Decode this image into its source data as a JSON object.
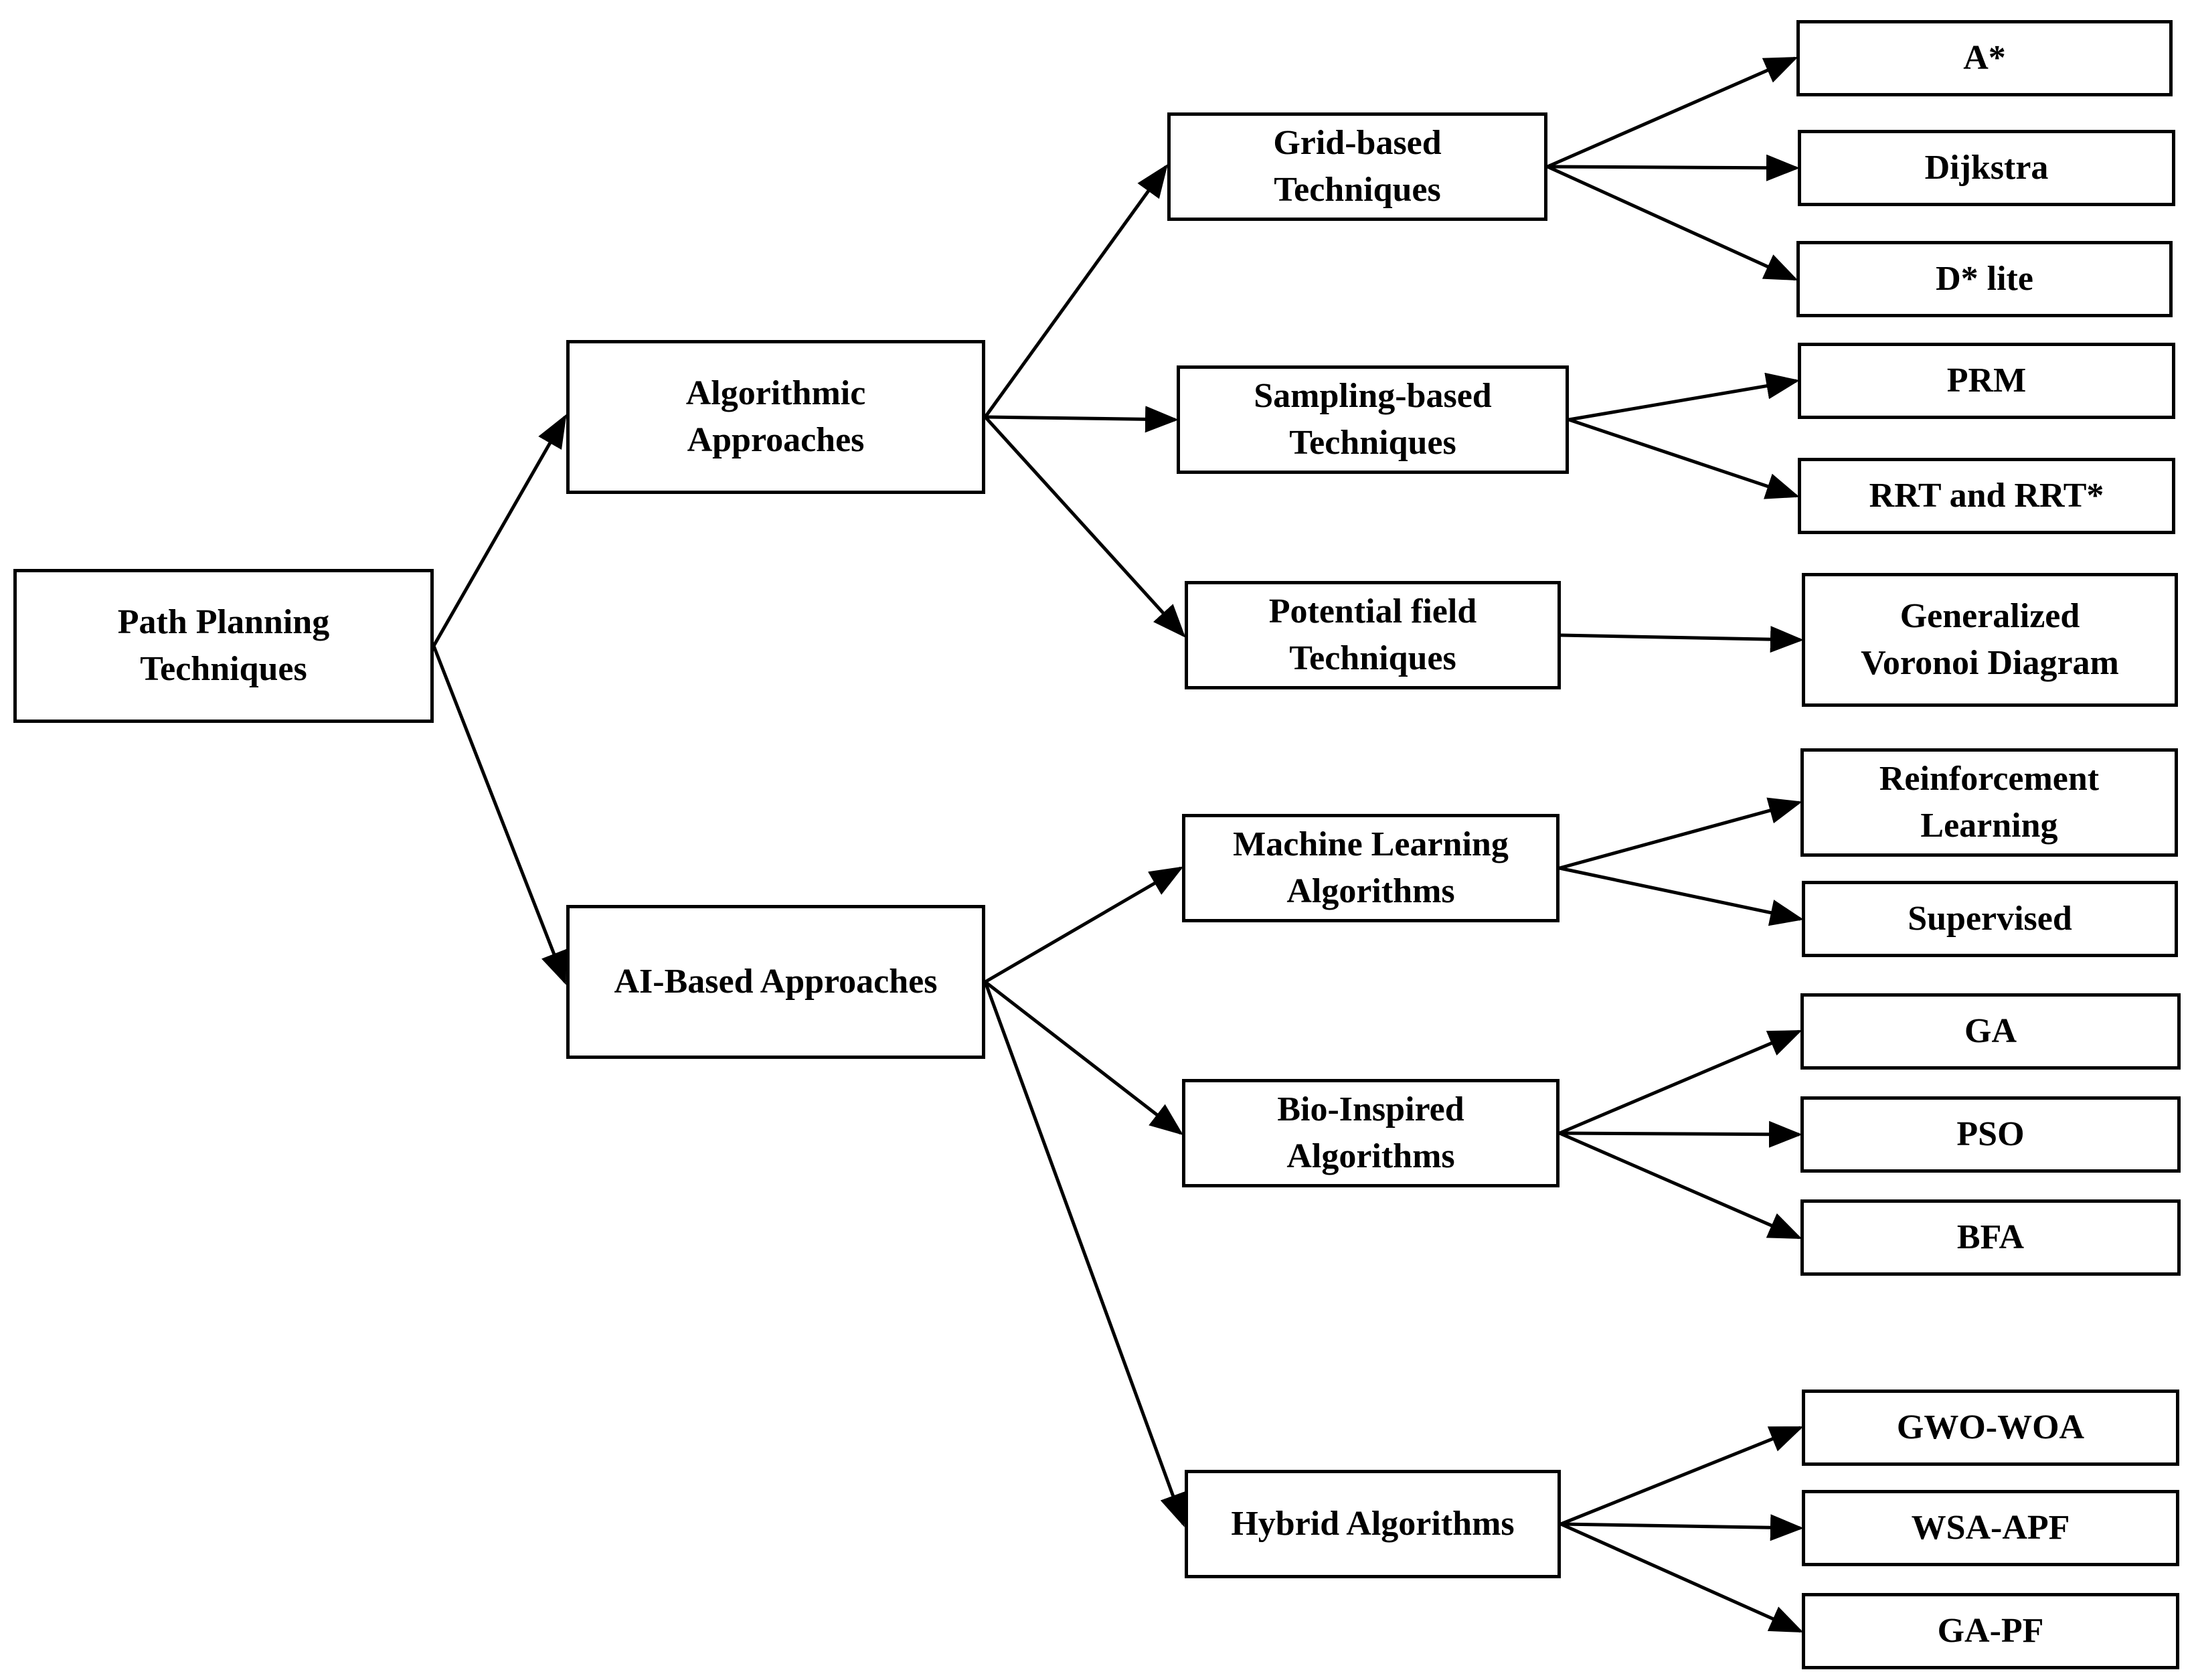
{
  "colors": {
    "stroke": "#000000",
    "background": "#ffffff",
    "text": "#000000"
  },
  "nodes": {
    "root": "Path Planning\nTechniques",
    "algorithmic": "Algorithmic\nApproaches",
    "ai_based": "AI-Based Approaches",
    "grid": "Grid-based\nTechniques",
    "sampling": "Sampling-based\nTechniques",
    "potential": "Potential field\nTechniques",
    "ml": "Machine Learning\nAlgorithms",
    "bio": "Bio-Inspired\nAlgorithms",
    "hybrid": "Hybrid Algorithms",
    "astar": "A*",
    "dijkstra": "Dijkstra",
    "dstar": "D* lite",
    "prm": "PRM",
    "rrt": "RRT and RRT*",
    "gvd": "Generalized\nVoronoi Diagram",
    "rl": "Reinforcement\nLearning",
    "supervised": "Supervised",
    "ga": "GA",
    "pso": "PSO",
    "bfa": "BFA",
    "gwo": "GWO-WOA",
    "wsa": "WSA-APF",
    "gapf": "GA-PF"
  },
  "edges": [
    [
      "root",
      "algorithmic"
    ],
    [
      "root",
      "ai_based"
    ],
    [
      "algorithmic",
      "grid"
    ],
    [
      "algorithmic",
      "sampling"
    ],
    [
      "algorithmic",
      "potential"
    ],
    [
      "ai_based",
      "ml"
    ],
    [
      "ai_based",
      "bio"
    ],
    [
      "ai_based",
      "hybrid"
    ],
    [
      "grid",
      "astar"
    ],
    [
      "grid",
      "dijkstra"
    ],
    [
      "grid",
      "dstar"
    ],
    [
      "sampling",
      "prm"
    ],
    [
      "sampling",
      "rrt"
    ],
    [
      "potential",
      "gvd"
    ],
    [
      "ml",
      "rl"
    ],
    [
      "ml",
      "supervised"
    ],
    [
      "bio",
      "ga"
    ],
    [
      "bio",
      "pso"
    ],
    [
      "bio",
      "bfa"
    ],
    [
      "hybrid",
      "gwo"
    ],
    [
      "hybrid",
      "wsa"
    ],
    [
      "hybrid",
      "gapf"
    ]
  ]
}
